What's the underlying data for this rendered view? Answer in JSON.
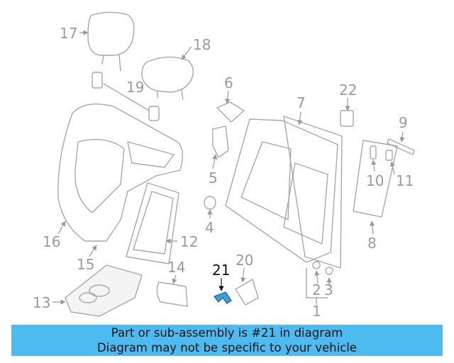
{
  "diagram": {
    "callouts": [
      "17",
      "18",
      "19",
      "6",
      "7",
      "22",
      "9",
      "5",
      "10",
      "11",
      "16",
      "12",
      "4",
      "8",
      "15",
      "14",
      "20",
      "21",
      "2",
      "3",
      "13",
      "1"
    ],
    "highlight_callout": "21",
    "highlight_color": "#3aa0d8"
  },
  "banner": {
    "line1": "Part or sub-assembly is #21 in diagram",
    "line2": "Diagram may not be specific to your vehicle",
    "background": "#4dbbf0"
  }
}
